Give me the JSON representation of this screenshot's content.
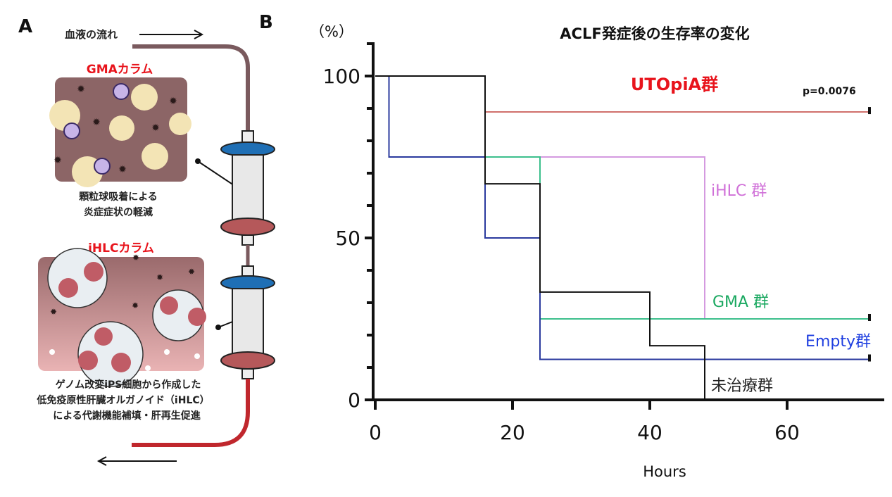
{
  "panel_a": {
    "label": "A",
    "flow_label": "血液の流れ",
    "gma_title": "GMAカラム",
    "gma_caption_1": "顆粒球吸着による",
    "gma_caption_2": "炎症症状の軽減",
    "ihlc_title": "iHLCカラム",
    "ihlc_caption_1": "ゲノム改変iPS細胞から作成した",
    "ihlc_caption_2": "低免疫原性肝臓オルガノイド（iHLC）",
    "ihlc_caption_3": "による代謝機能補填・肝再生促進",
    "colors": {
      "title_red": "#e8141c",
      "gma_bg": "#8c6566",
      "tube_in": "#7a5a5e",
      "tube_out": "#c0272d",
      "cap_blue": "#1f6fb5",
      "cap_red": "#b5585a"
    }
  },
  "chart_data": {
    "type": "line",
    "subtype": "kaplan-meier-step",
    "panel_label": "B",
    "title": "ACLF発症後の生存率の変化",
    "xlabel": "Hours",
    "ylabel": "（%）",
    "xlim": [
      0,
      72
    ],
    "ylim": [
      0,
      110
    ],
    "xticks": [
      0,
      20,
      40,
      60
    ],
    "yticks_labeled": [
      0,
      50,
      100
    ],
    "yticks_minor_step": 10,
    "grid": false,
    "p_value": "p=0.0076",
    "series": [
      {
        "name": "UTOpiA群",
        "color": "#d0706c",
        "label_color": "#e8141c",
        "steps": [
          [
            0,
            100
          ],
          [
            16,
            88.9
          ],
          [
            72,
            88.9
          ]
        ],
        "censor_end": true
      },
      {
        "name": "iHLC 群",
        "color": "#d49ae0",
        "label_color": "#d070d8",
        "steps": [
          [
            0,
            100
          ],
          [
            2,
            75
          ],
          [
            48,
            25
          ],
          [
            72,
            25
          ]
        ],
        "censor_end": false
      },
      {
        "name": "GMA 群",
        "color": "#3cbf8c",
        "label_color": "#1aa860",
        "steps": [
          [
            0,
            100
          ],
          [
            2,
            75
          ],
          [
            24,
            25
          ],
          [
            72,
            25
          ]
        ],
        "censor_end": true
      },
      {
        "name": "Empty群",
        "color": "#2a3a9e",
        "label_color": "#1f3fe0",
        "steps": [
          [
            0,
            100
          ],
          [
            2,
            75
          ],
          [
            16,
            50
          ],
          [
            24,
            12.5
          ],
          [
            72,
            12.5
          ]
        ],
        "censor_end": true
      },
      {
        "name": "未治療群",
        "color": "#111111",
        "label_color": "#222222",
        "steps": [
          [
            0,
            100
          ],
          [
            16,
            66.7
          ],
          [
            24,
            33.3
          ],
          [
            40,
            16.7
          ],
          [
            48,
            0
          ]
        ],
        "censor_end": false
      }
    ]
  }
}
